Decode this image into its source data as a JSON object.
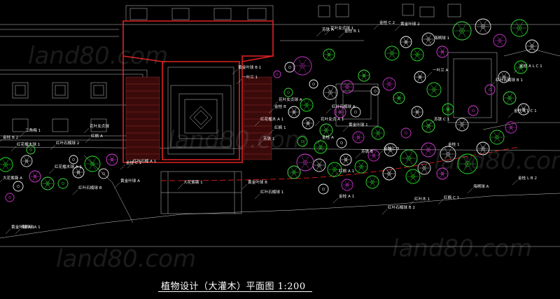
{
  "drawing": {
    "title": "植物设计（大灌木）平面图  1:200",
    "watermark": "land80.com",
    "plant_labels": [
      "金桂 B 2",
      "大花紫薇 A",
      "黄金叶球 A 1",
      "三角梅 1",
      "红花檵木球 1",
      "红花檵木球 A 1",
      "红叶石楠球 2",
      "红叶石楠球 B",
      "红枫 A",
      "金桂 C 1",
      "大花紫薇 1",
      "红叶石楠 A 1",
      "花叶女贞球",
      "苏铁 A",
      "黄金叶球 B 1",
      "一叶兰 1",
      "花叶女贞球 A",
      "金桂 B",
      "红花檵木 A 1",
      "红枫 1",
      "花叶女贞球 1",
      "金桂 B 1",
      "苏铁 1",
      "金桂 A",
      "黄金叶球 B",
      "海桐球 A 1",
      "红叶石楠球 1",
      "花叶女贞 A 1",
      "黄金叶球 1",
      "红叶石楠球 A",
      "金桂 B L C 1",
      "红叶石楠球 B 1",
      "苏铁 B",
      "红枫 A 1",
      "红枫 C 1",
      "黄金叶球 A",
      "金桂 A 1",
      "金桂 A L C 1",
      "红叶石楠球 B 2",
      "金桂 L B 2",
      "金桂 C 2",
      "黄金叶球 2",
      "海桐球 1",
      "一叶兰 A",
      "红叶木 1",
      "金桂 C 3",
      "苏铁 C 1",
      "金桂 1",
      "海桐球 A"
    ]
  }
}
